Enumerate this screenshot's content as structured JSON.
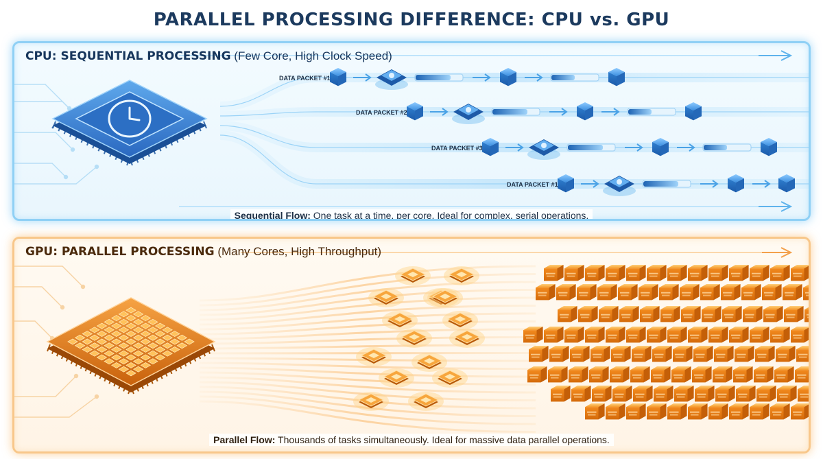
{
  "title": "PARALLEL PROCESSING DIFFERENCE: CPU vs. GPU",
  "colors": {
    "cpu_accent": "#2f7fd0",
    "cpu_glow": "#8fd0f5",
    "gpu_accent": "#f08a1c",
    "gpu_glow": "#f8c78a",
    "title": "#1c3a5e"
  },
  "cpu": {
    "heading": "CPU: SEQUENTIAL PROCESSING",
    "subheading": "(Few Core, High Clock Speed)",
    "chip_icon": "clock-icon",
    "packets": [
      "DATA PACKET #1",
      "DATA PACKET #2",
      "DATA PACKET #3",
      "DATA PACKET #1"
    ],
    "footer_bold": "Sequential Flow:",
    "footer_text": " One task at a time, per core. Ideal for complex, serial operations."
  },
  "gpu": {
    "heading": "GPU: PARALLEL PROCESSING",
    "subheading": "(Many Cores, High Throughput)",
    "chip_icon": "core-grid-icon",
    "footer_bold": "Parallel Flow:",
    "footer_text": " Thousands of tasks simultaneously. Ideal for massive data parallel operations."
  }
}
